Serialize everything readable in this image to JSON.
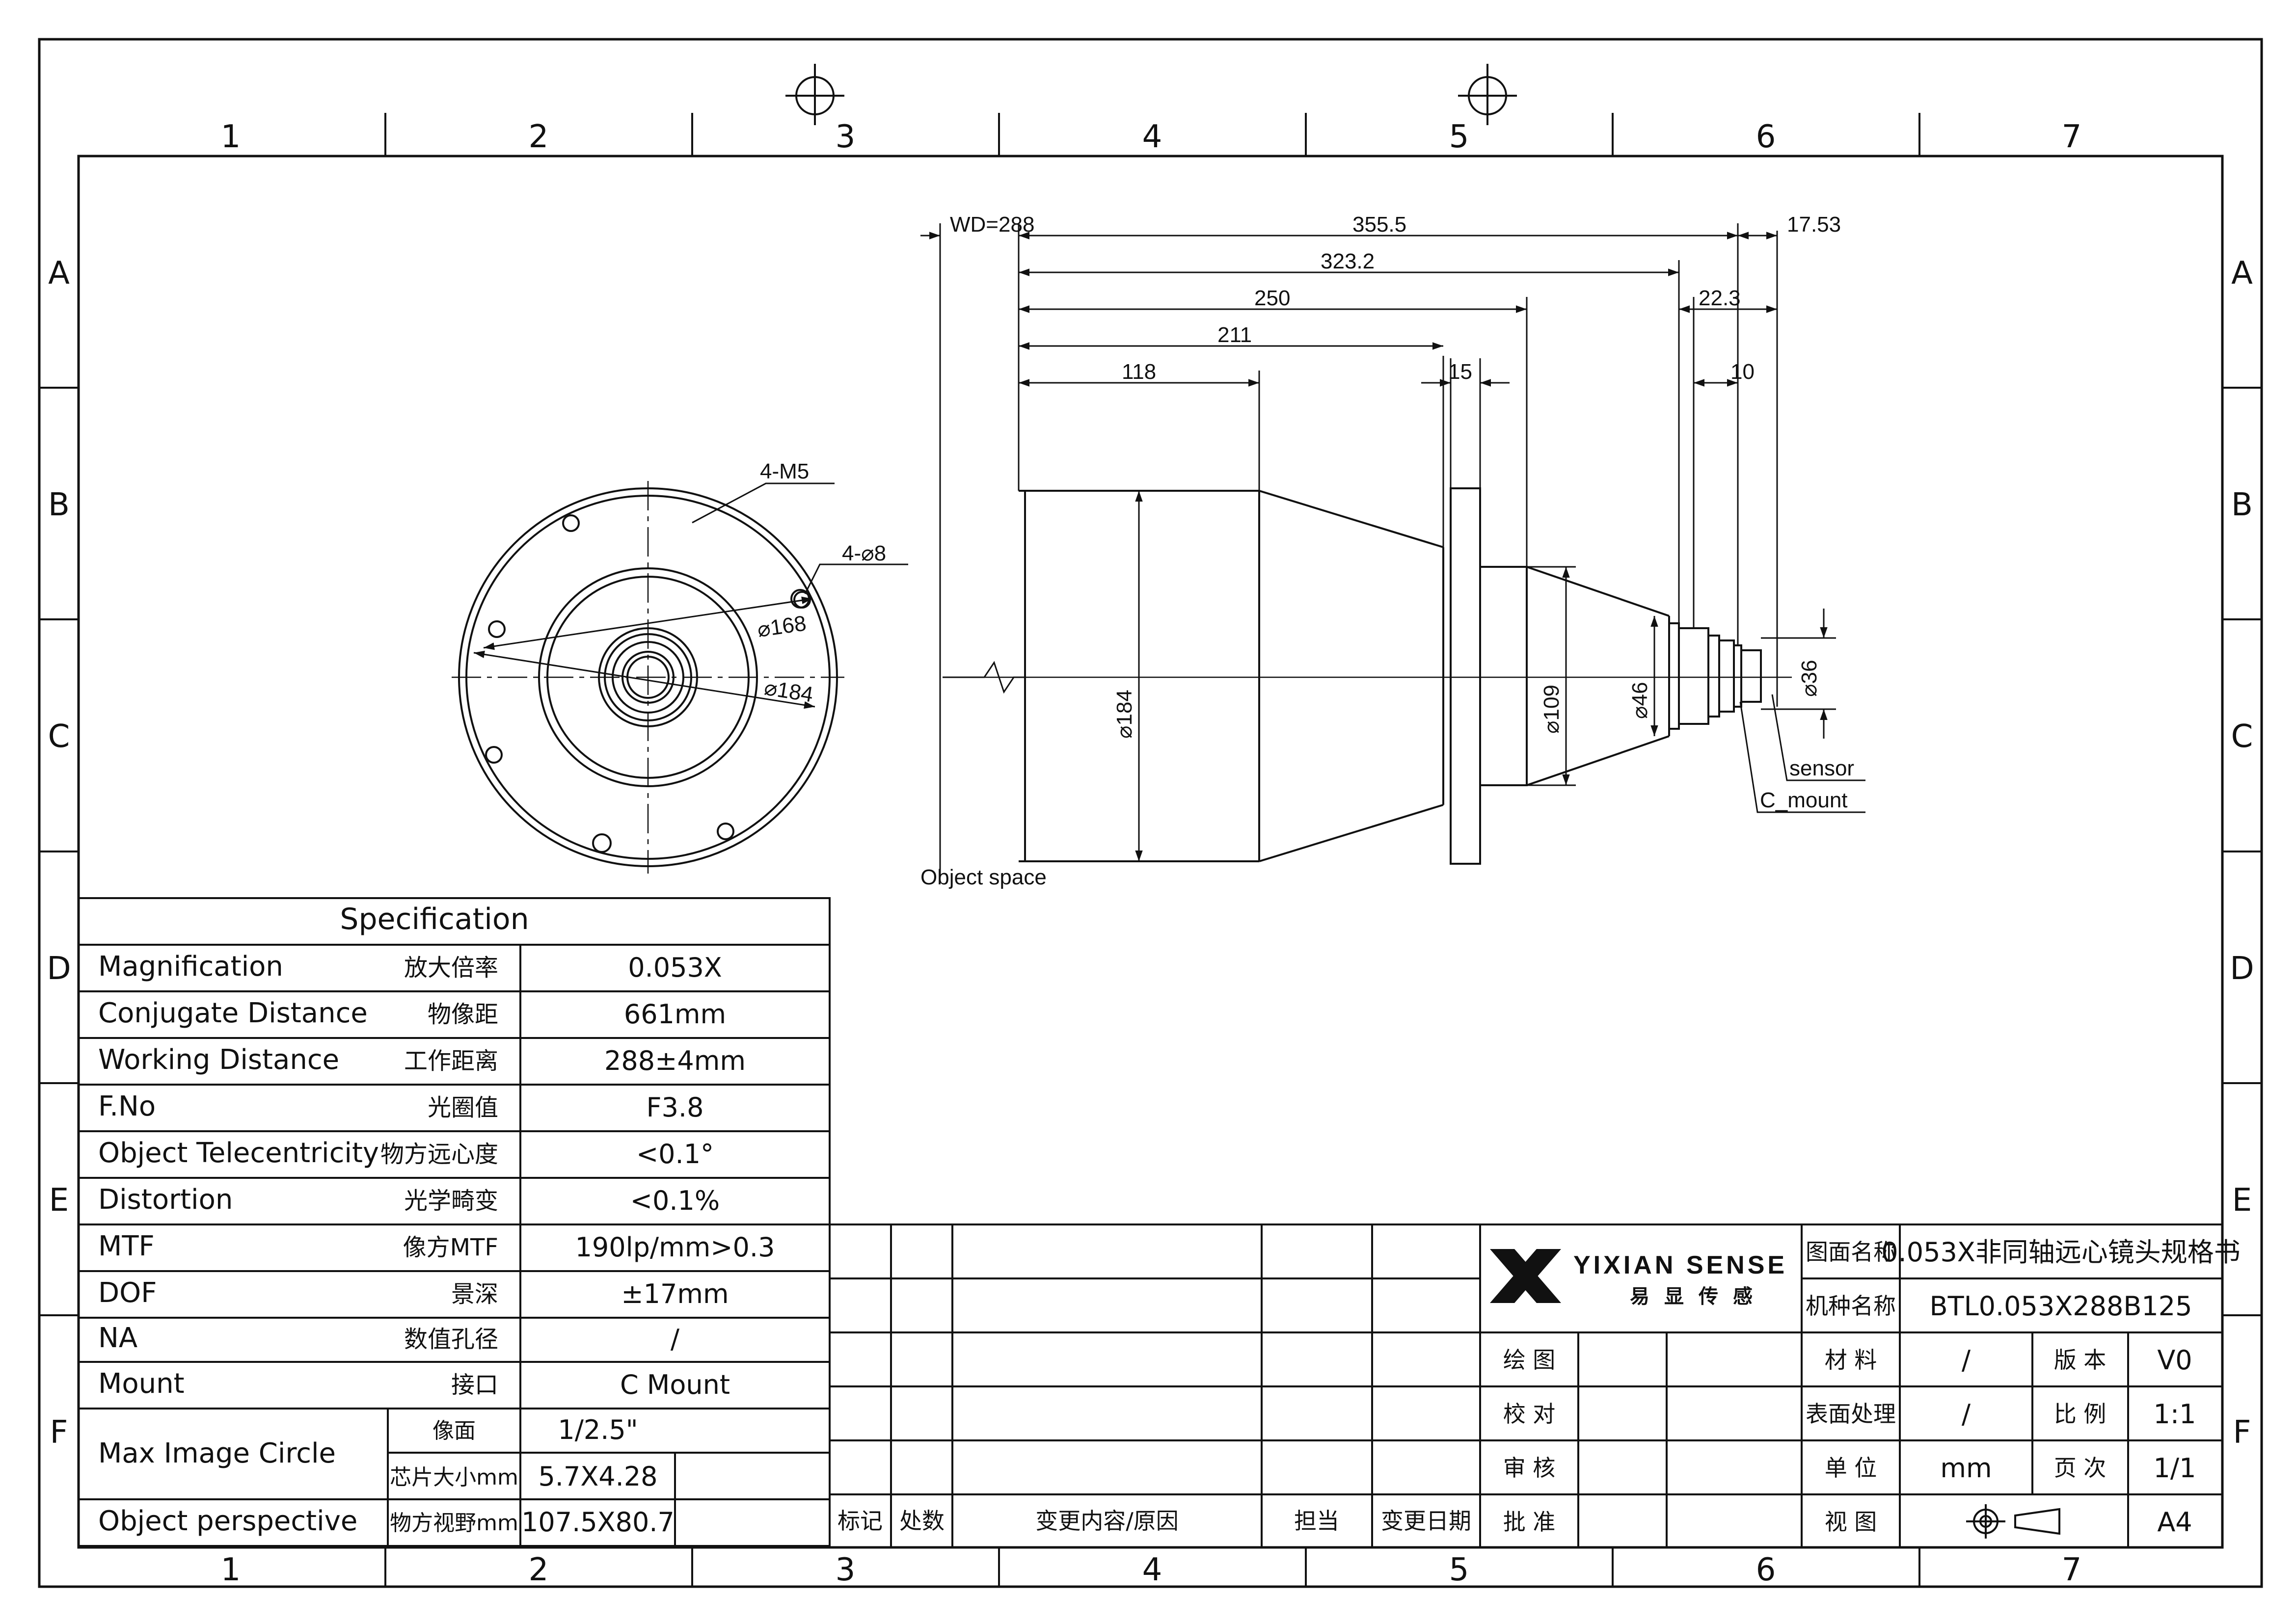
{
  "grid": {
    "columns": [
      "1",
      "2",
      "3",
      "4",
      "5",
      "6",
      "7"
    ],
    "rows": [
      "A",
      "B",
      "C",
      "D",
      "E",
      "F"
    ]
  },
  "drawing": {
    "dims": {
      "wd": "WD=288",
      "d355": "355.5",
      "d1753": "17.53",
      "d3232": "323.2",
      "d250": "250",
      "d223": "22.3",
      "d211": "211",
      "d118": "118",
      "d15": "15",
      "d10": "10",
      "dia184": "⌀184",
      "dia109": "⌀109",
      "dia46": "⌀46",
      "dia36": "⌀36"
    },
    "labels": {
      "object_space": "Object space",
      "sensor": "sensor",
      "c_mount": "C_mount"
    },
    "front_view": {
      "m5": "4-M5",
      "holes": "4-⌀8",
      "dia168": "⌀168",
      "dia184": "⌀184"
    }
  },
  "spec": {
    "title": "Specification",
    "rows": [
      {
        "en": "Magnification",
        "zh": "放大倍率",
        "value": "0.053X"
      },
      {
        "en": "Conjugate Distance",
        "zh": "物像距",
        "value": "661mm"
      },
      {
        "en": "Working Distance",
        "zh": "工作距离",
        "value": "288±4mm"
      },
      {
        "en": "F.No",
        "zh": "光圈值",
        "value": "F3.8"
      },
      {
        "en": "Object Telecentricity",
        "zh": "物方远心度",
        "value": "<0.1°"
      },
      {
        "en": "Distortion",
        "zh": "光学畸变",
        "value": "<0.1%"
      },
      {
        "en": "MTF",
        "zh": "像方MTF",
        "value": "190lp/mm>0.3"
      },
      {
        "en": "DOF",
        "zh": "景深",
        "value": "±17mm"
      },
      {
        "en": "NA",
        "zh": "数值孔径",
        "value": "/"
      },
      {
        "en": "Mount",
        "zh": "接口",
        "value": "C Mount"
      }
    ],
    "max_image_circle": {
      "en": "Max Image Circle",
      "zh1": "像面",
      "value1": "1/2.5\"",
      "zh2": "芯片大小mm",
      "value2": "5.7X4.28"
    },
    "object_perspective": {
      "en": "Object perspective",
      "zh": "物方视野mm",
      "value": "107.5X80.7"
    }
  },
  "revision": {
    "headers": [
      "标记",
      "处数",
      "变更内容/原因",
      "担当",
      "变更日期"
    ]
  },
  "title_block": {
    "logo_text": "YIXIAN SENSE",
    "logo_zh": [
      "易",
      "显",
      "传",
      "感"
    ],
    "drawing_name_label": "图面名称",
    "drawing_name": "0.053X非同轴远心镜头规格书",
    "model_label": "机种名称",
    "model": "BTL0.053X288B125",
    "sign_rows": [
      "绘 图",
      "校 对",
      "审 核",
      "批 准"
    ],
    "props": [
      {
        "label": "材 料",
        "value": "/",
        "label2": "版 本",
        "value2": "V0"
      },
      {
        "label": "表面处理",
        "value": "/",
        "label2": "比 例",
        "value2": "1:1"
      },
      {
        "label": "单 位",
        "value": "mm",
        "label2": "页 次",
        "value2": "1/1"
      },
      {
        "label": "视 图",
        "value": "",
        "label2": "",
        "value2": "A4"
      }
    ],
    "colors": {
      "line": "#111111",
      "paper": "#ffffff"
    }
  }
}
